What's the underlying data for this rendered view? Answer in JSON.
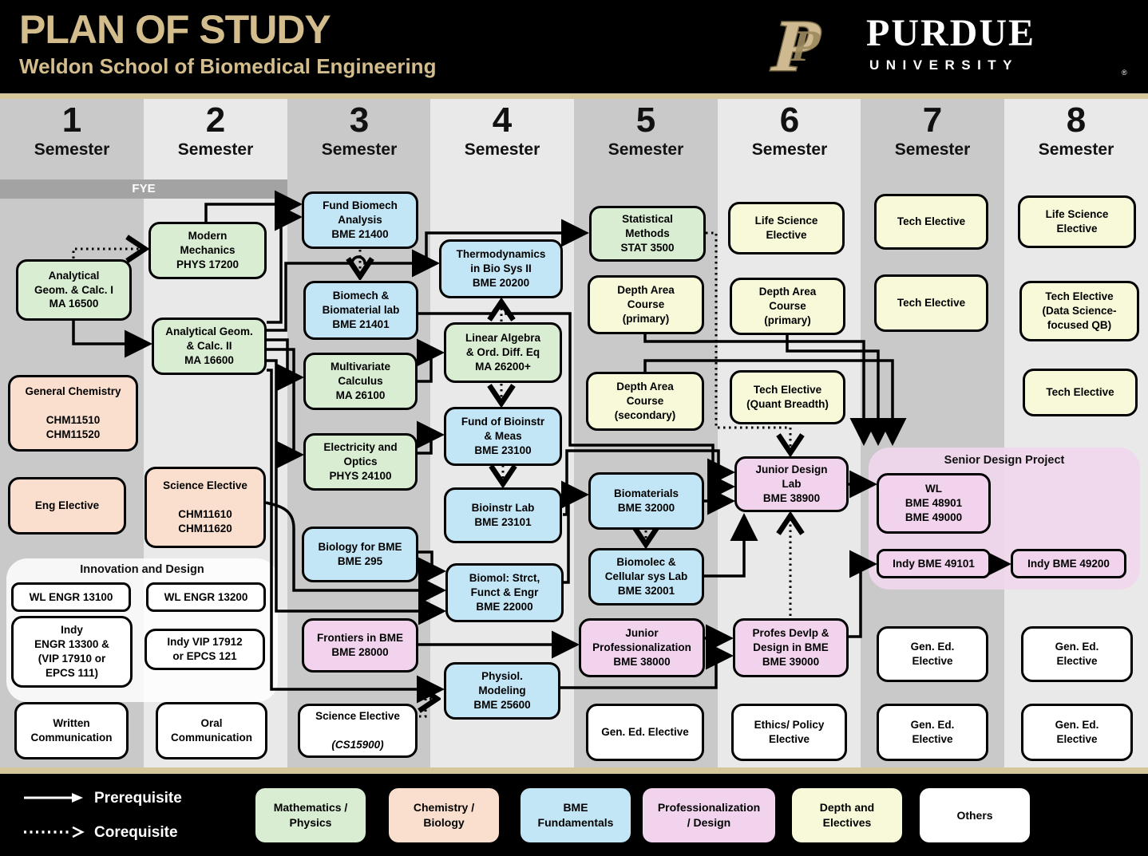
{
  "header": {
    "title": "PLAN OF STUDY",
    "subtitle": "Weldon School of Biomedical Engineering",
    "logo_letter": "P",
    "brand": "PURDUE",
    "brand_sub": "UNIVERSITY",
    "reg": "®"
  },
  "colors": {
    "gold": "#d4bd8c",
    "math_physics": "#d9edd2",
    "chem_biology": "#fbdfce",
    "bme_fundamentals": "#c3e6f6",
    "professionalization": "#f2d3ee",
    "depth_electives": "#f8f9d8",
    "others": "#ffffff"
  },
  "columns": [
    {
      "num": "1",
      "label": "Semester"
    },
    {
      "num": "2",
      "label": "Semester"
    },
    {
      "num": "3",
      "label": "Semester"
    },
    {
      "num": "4",
      "label": "Semester"
    },
    {
      "num": "5",
      "label": "Semester"
    },
    {
      "num": "6",
      "label": "Semester"
    },
    {
      "num": "7",
      "label": "Semester"
    },
    {
      "num": "8",
      "label": "Semester"
    }
  ],
  "fye": "FYE",
  "innovation_label": "Innovation and Design",
  "senior_label": "Senior Design Project",
  "courses": {
    "ma16500": {
      "text": "Analytical\nGeom. & Calc. I\nMA 16500"
    },
    "genchem": {
      "text": "General Chemistry\n\nCHM11510\nCHM11520"
    },
    "engel": {
      "text": "Eng Elective"
    },
    "wl13100": {
      "text": "WL ENGR 13100"
    },
    "indy13300": {
      "text": "Indy\nENGR 13300 &\n(VIP 17910 or\nEPCS 111)"
    },
    "written": {
      "text": "Written\nCommunication"
    },
    "phys17200": {
      "text": "Modern\nMechanics\nPHYS 17200"
    },
    "ma16600": {
      "text": "Analytical Geom.\n& Calc. II\nMA 16600"
    },
    "scichm": {
      "text": "Science Elective\n\nCHM11610\nCHM11620"
    },
    "wl13200": {
      "text": "WL ENGR 13200"
    },
    "indyvip": {
      "text": "Indy  VIP 17912\nor EPCS 121"
    },
    "oral": {
      "text": "Oral\nCommunication"
    },
    "bme21400": {
      "text": "Fund Biomech\nAnalysis\nBME 21400"
    },
    "bme21401": {
      "text": "Biomech &\nBiomaterial lab\nBME 21401"
    },
    "ma26100": {
      "text": "Multivariate\nCalculus\nMA 26100"
    },
    "phys24100": {
      "text": "Electricity and\nOptics\nPHYS 24100"
    },
    "bme295": {
      "text": "Biology for BME\nBME 295"
    },
    "bme28000": {
      "text": "Frontiers in BME\nBME 28000"
    },
    "scics": {
      "l1": "Science Elective",
      "l2": "(CS15900)"
    },
    "bme20200": {
      "text": "Thermodynamics\nin Bio Sys II\nBME 20200"
    },
    "ma26200": {
      "text": "Linear Algebra\n& Ord. Diff. Eq\nMA 26200+"
    },
    "bme23100": {
      "text": "Fund of Bioinstr\n& Meas\nBME 23100"
    },
    "bme23101": {
      "text": "Bioinstr Lab\nBME 23101"
    },
    "bme22000": {
      "text": "Biomol: Strct,\nFunct & Engr\nBME 22000"
    },
    "bme25600": {
      "text": "Physiol.\nModeling\nBME 25600"
    },
    "stat3500": {
      "text": "Statistical\nMethods\nSTAT 3500"
    },
    "depthp1": {
      "text": "Depth Area\nCourse\n(primary)"
    },
    "depths": {
      "text": "Depth Area\nCourse\n(secondary)"
    },
    "bme32000": {
      "text": "Biomaterials\nBME 32000"
    },
    "bme32001": {
      "text": "Biomolec &\nCellular sys Lab\nBME 32001"
    },
    "bme38000": {
      "text": "Junior\nProfessionalization\nBME 38000"
    },
    "gened5": {
      "text": "Gen. Ed. Elective"
    },
    "lifesci6": {
      "text": "Life Science\nElective"
    },
    "depthp2": {
      "text": "Depth Area\nCourse\n(primary)"
    },
    "techquant": {
      "text": "Tech Elective\n(Quant Breadth)"
    },
    "bme38900": {
      "text": "Junior Design\nLab\nBME 38900"
    },
    "bme39000": {
      "text": "Profes Devlp &\nDesign in BME\nBME 39000"
    },
    "ethics": {
      "text": "Ethics/ Policy\nElective"
    },
    "tech7a": {
      "text": "Tech Elective"
    },
    "tech7b": {
      "text": "Tech Elective"
    },
    "wl48901": {
      "text": "WL\nBME 48901\nBME 49000"
    },
    "indy49101": {
      "text": "Indy BME 49101"
    },
    "gened7a": {
      "text": "Gen. Ed.\nElective"
    },
    "gened7b": {
      "text": "Gen. Ed.\nElective"
    },
    "lifesci8": {
      "text": "Life Science\nElective"
    },
    "techds": {
      "text": "Tech Elective\n(Data Science-\nfocused QB)"
    },
    "tech8": {
      "text": "Tech Elective"
    },
    "indy49200": {
      "text": "Indy BME 49200"
    },
    "gened8a": {
      "text": "Gen. Ed.\nElective"
    },
    "gened8b": {
      "text": "Gen. Ed.\nElective"
    }
  },
  "legend": {
    "prerequisite": "Prerequisite",
    "corequisite": "Corequisite",
    "categories": [
      {
        "label": "Mathematics /\nPhysics",
        "color": "#d9edd2"
      },
      {
        "label": "Chemistry /\nBiology",
        "color": "#fbdfce"
      },
      {
        "label": "BME\nFundamentals",
        "color": "#c3e6f6"
      },
      {
        "label": "Professionalization\n/ Design",
        "color": "#f2d3ee"
      },
      {
        "label": "Depth  and\nElectives",
        "color": "#f8f9d8"
      },
      {
        "label": "Others",
        "color": "#ffffff"
      }
    ]
  }
}
